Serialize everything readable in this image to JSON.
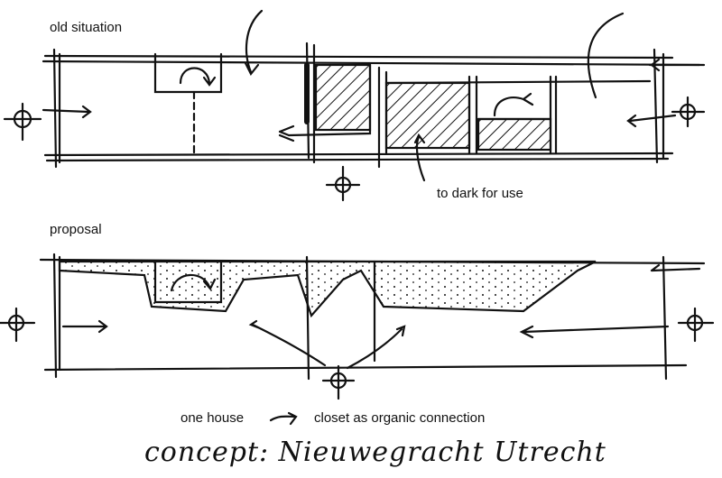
{
  "labels": {
    "old_situation": "old situation",
    "too_dark": "to dark for use",
    "proposal": "proposal",
    "one_house": "one house",
    "closet": "closet as organic connection"
  },
  "handwriting": "concept: Nieuwegracht Utrecht",
  "colors": {
    "ink": "#111111",
    "background": "#ffffff"
  }
}
